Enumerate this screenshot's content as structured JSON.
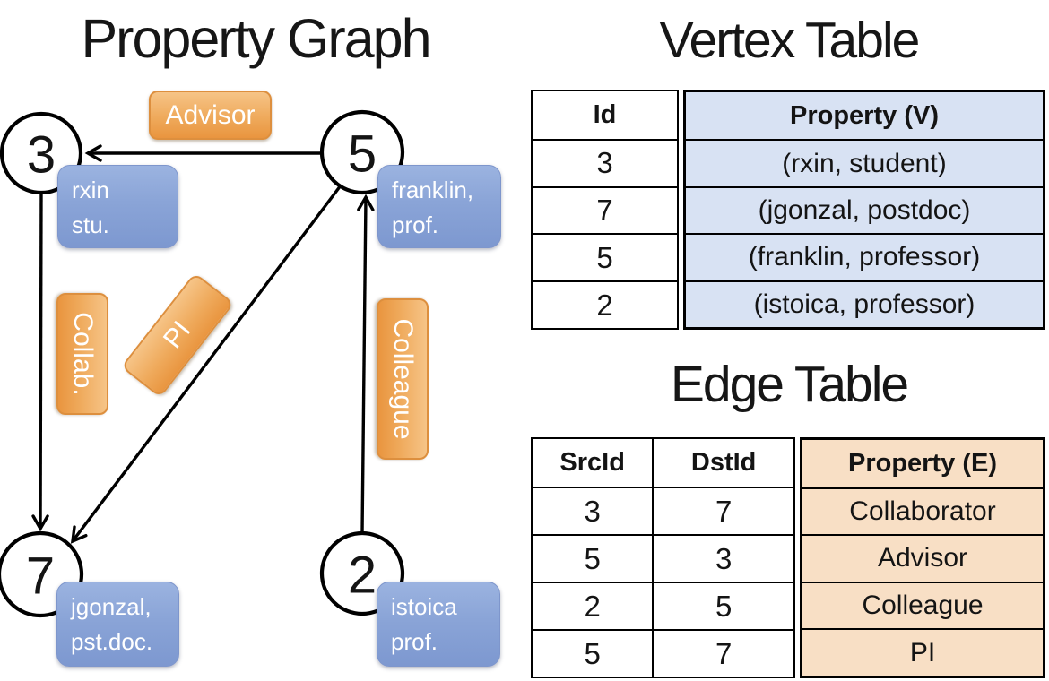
{
  "colors": {
    "orange_accent": "#EFAA5C",
    "orange_border": "#DD8F3E",
    "blue_accent": "#8AA4D7",
    "vertex_cell_fill": "#D8E2F3",
    "edge_cell_fill": "#F8DFC5",
    "line_color": "#000000"
  },
  "titles": {
    "graph": "Property Graph",
    "vertex_table": "Vertex Table",
    "edge_table": "Edge Table"
  },
  "graph": {
    "nodes": [
      {
        "id": "3",
        "property_line1": "rxin",
        "property_line2": "stu."
      },
      {
        "id": "5",
        "property_line1": "franklin,",
        "property_line2": "prof."
      },
      {
        "id": "7",
        "property_line1": "jgonzal,",
        "property_line2": "pst.doc."
      },
      {
        "id": "2",
        "property_line1": "istoica",
        "property_line2": "prof."
      }
    ],
    "edge_labels": {
      "advisor": "Advisor",
      "collab": "Collab.",
      "pi": "PI",
      "colleague": "Colleague"
    }
  },
  "vertex_table": {
    "headers": {
      "id": "Id",
      "property": "Property (V)"
    },
    "rows": [
      {
        "id": "3",
        "property": "(rxin, student)"
      },
      {
        "id": "7",
        "property": "(jgonzal, postdoc)"
      },
      {
        "id": "5",
        "property": "(franklin, professor)"
      },
      {
        "id": "2",
        "property": "(istoica, professor)"
      }
    ]
  },
  "edge_table": {
    "headers": {
      "src": "SrcId",
      "dst": "DstId",
      "property": "Property (E)"
    },
    "rows": [
      {
        "src": "3",
        "dst": "7",
        "property": "Collaborator"
      },
      {
        "src": "5",
        "dst": "3",
        "property": "Advisor"
      },
      {
        "src": "2",
        "dst": "5",
        "property": "Colleague"
      },
      {
        "src": "5",
        "dst": "7",
        "property": "PI"
      }
    ]
  }
}
